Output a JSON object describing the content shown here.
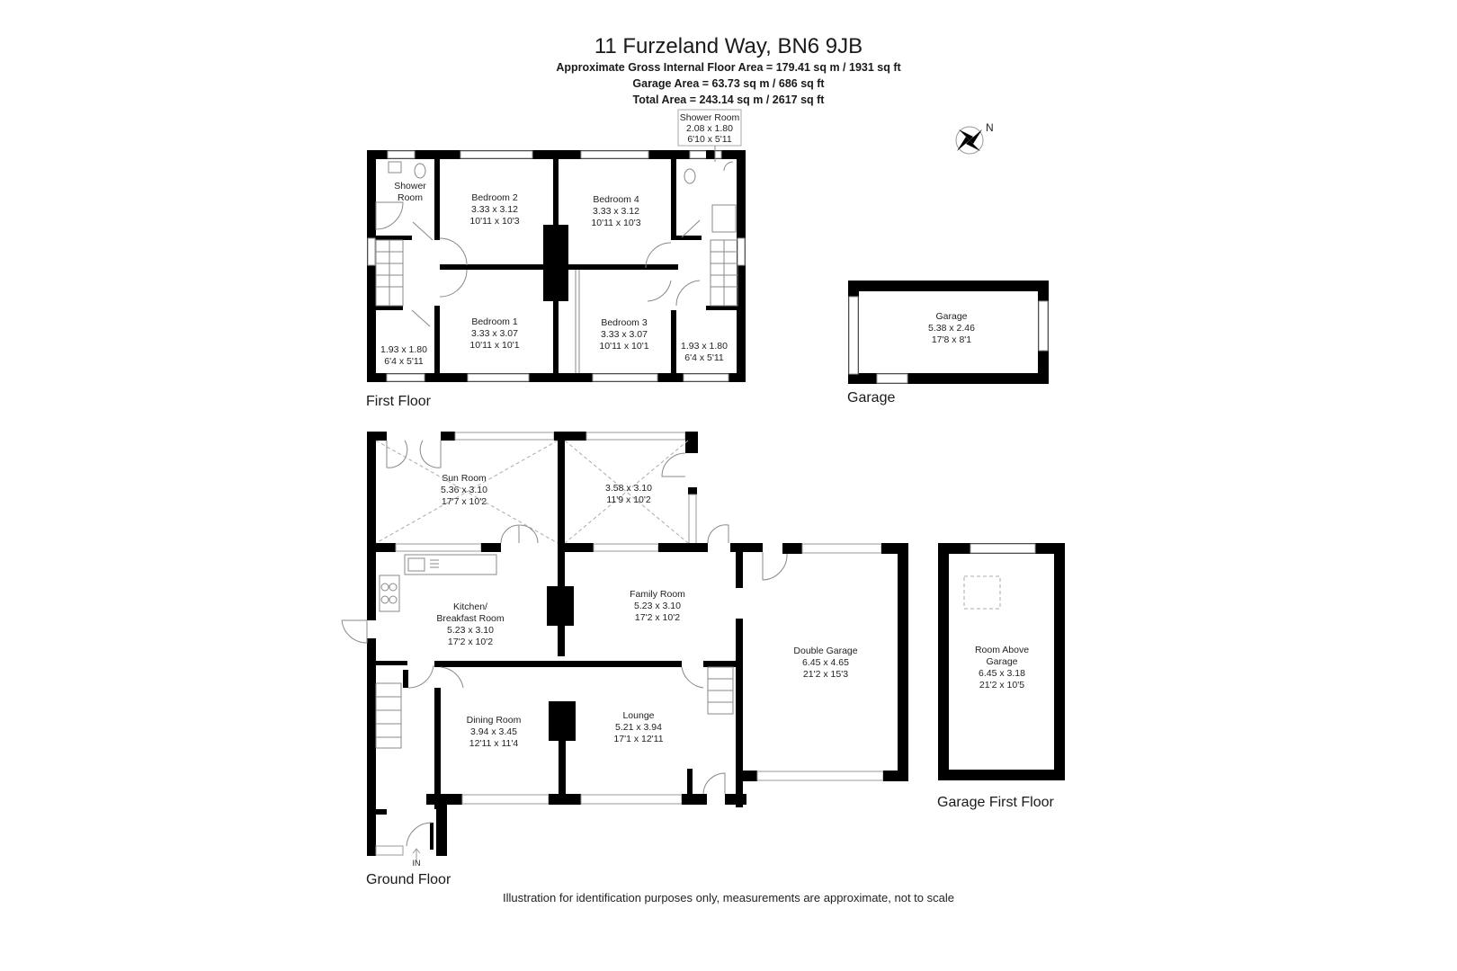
{
  "header": {
    "title": "11 Furzeland Way, BN6 9JB",
    "gross_internal": "Approximate Gross Internal Floor Area = 179.41 sq m / 1931 sq ft",
    "garage_area": "Garage Area = 63.73 sq m / 686 sq ft",
    "total_area": "Total Area = 243.14 sq m / 2617 sq ft"
  },
  "compass": {
    "label": "N",
    "icon": "compass-rose-icon"
  },
  "floors": {
    "first_floor": {
      "label": "First Floor",
      "rooms": {
        "shower_room_left": {
          "name": "Shower",
          "name2": "Room"
        },
        "shower_room_right": {
          "name": "Shower Room",
          "metric": "2.08 x 1.80",
          "imperial": "6'10 x 5'11"
        },
        "bedroom2": {
          "name": "Bedroom 2",
          "metric": "3.33 x 3.12",
          "imperial": "10'11 x 10'3"
        },
        "bedroom4": {
          "name": "Bedroom 4",
          "metric": "3.33 x 3.12",
          "imperial": "10'11 x 10'3"
        },
        "bedroom1": {
          "name": "Bedroom 1",
          "metric": "3.33 x 3.07",
          "imperial": "10'11 x 10'1"
        },
        "bedroom3": {
          "name": "Bedroom 3",
          "metric": "3.33 x 3.07",
          "imperial": "10'11 x 10'1"
        },
        "room_left_small": {
          "metric": "1.93 x 1.80",
          "imperial": "6'4 x 5'11"
        },
        "room_right_small": {
          "metric": "1.93 x 1.80",
          "imperial": "6'4 x 5'11"
        }
      }
    },
    "garage": {
      "label": "Garage",
      "rooms": {
        "garage": {
          "name": "Garage",
          "metric": "5.38 x 2.46",
          "imperial": "17'8 x 8'1"
        }
      }
    },
    "ground_floor": {
      "label": "Ground Floor",
      "entrance": "IN",
      "rooms": {
        "sun_room": {
          "name": "Sun Room",
          "metric": "5.36 x 3.10",
          "imperial": "17'7 x 10'2"
        },
        "conservatory": {
          "metric": "3.58 x 3.10",
          "imperial": "11'9 x 10'2"
        },
        "kitchen": {
          "name": "Kitchen/",
          "name2": "Breakfast Room",
          "metric": "5.23 x 3.10",
          "imperial": "17'2 x 10'2"
        },
        "family_room": {
          "name": "Family Room",
          "metric": "5.23 x 3.10",
          "imperial": "17'2 x 10'2"
        },
        "dining_room": {
          "name": "Dining Room",
          "metric": "3.94 x 3.45",
          "imperial": "12'11 x 11'4"
        },
        "lounge": {
          "name": "Lounge",
          "metric": "5.21 x 3.94",
          "imperial": "17'1 x 12'11"
        },
        "double_garage": {
          "name": "Double Garage",
          "metric": "6.45 x 4.65",
          "imperial": "21'2 x 15'3"
        }
      }
    },
    "garage_first_floor": {
      "label": "Garage First Floor",
      "rooms": {
        "room_above_garage": {
          "name": "Room Above",
          "name2": "Garage",
          "metric": "6.45 x 3.18",
          "imperial": "21'2 x 10'5"
        }
      }
    }
  },
  "footer": {
    "disclaimer": "Illustration for identification purposes only, measurements are approximate, not to scale"
  },
  "colors": {
    "wall": "#000000",
    "window": "#ffffff",
    "background": "#ffffff"
  }
}
